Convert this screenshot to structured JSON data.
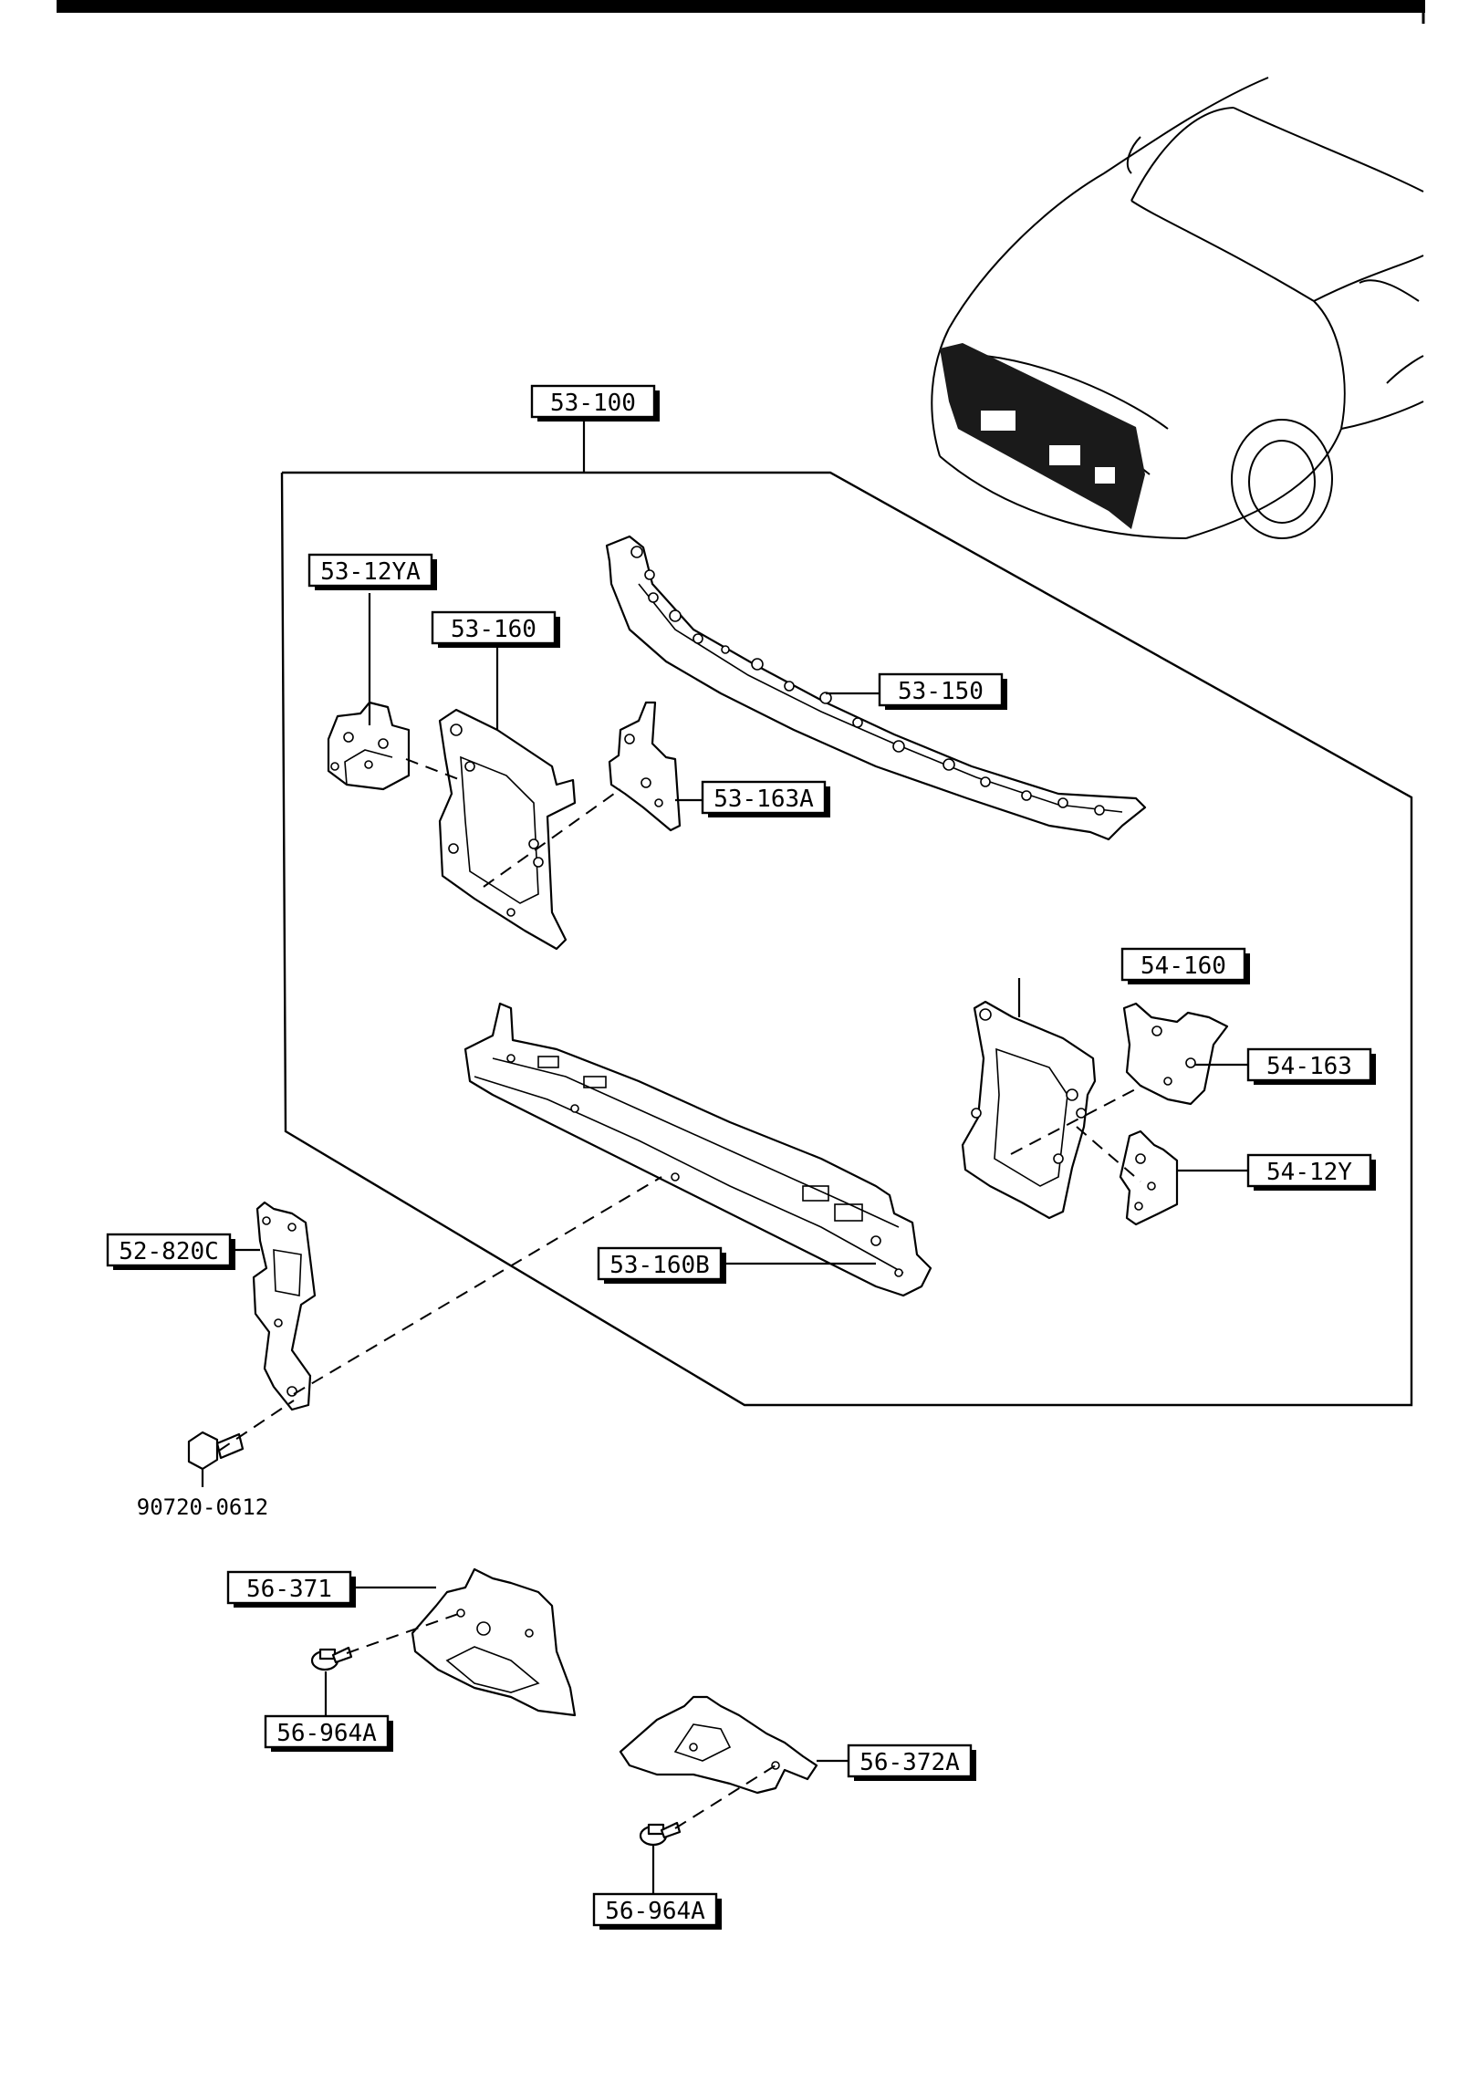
{
  "labels": {
    "asm": "53-100",
    "p53_12ya": "53-12YA",
    "p53_160": "53-160",
    "p53_150": "53-150",
    "p53_163a": "53-163A",
    "p54_160": "54-160",
    "p54_163": "54-163",
    "p54_12y": "54-12Y",
    "p53_160b": "53-160B",
    "p52_820c": "52-820C",
    "bolt": "90720-0612",
    "p56_371": "56-371",
    "p56_964a_1": "56-964A",
    "p56_372a": "56-372A",
    "p56_964a_2": "56-964A"
  }
}
